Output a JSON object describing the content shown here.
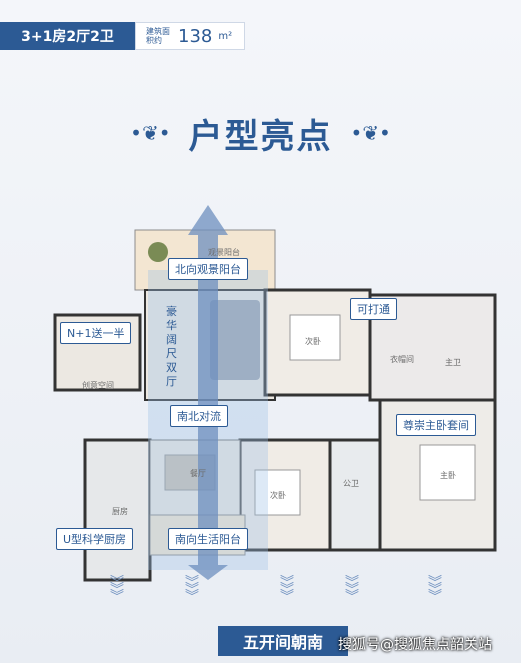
{
  "header": {
    "layout_label": "3+1房2厅2卫",
    "area_label": "建筑面积约",
    "area_value": "138",
    "area_unit": "m²"
  },
  "title": "户型亮点",
  "callouts": {
    "north_balcony": "北向观景阳台",
    "living_room": "豪华阔尺双厅",
    "n_plus_one": "N+1送一半",
    "openable": "可打通",
    "master_suite": "尊崇主卧套间",
    "ventilation": "南北对流",
    "kitchen": "U型科学厨房",
    "south_balcony": "南向生活阳台"
  },
  "room_tags": {
    "creative": "创意空间",
    "bedroom_a": "次卧",
    "bedroom_b": "次卧",
    "master": "主卧",
    "cloakroom": "衣帽间",
    "master_bath": "主卫",
    "public_bath": "公卫",
    "dining": "餐厅",
    "kitchen": "厨房",
    "balcony": "观景阳台"
  },
  "footer": {
    "banner": "五开间朝南",
    "watermark": "搜狐号@搜狐焦点韶关站"
  },
  "colors": {
    "brand": "#2c5a94",
    "arrow": "#6d8fbf"
  }
}
